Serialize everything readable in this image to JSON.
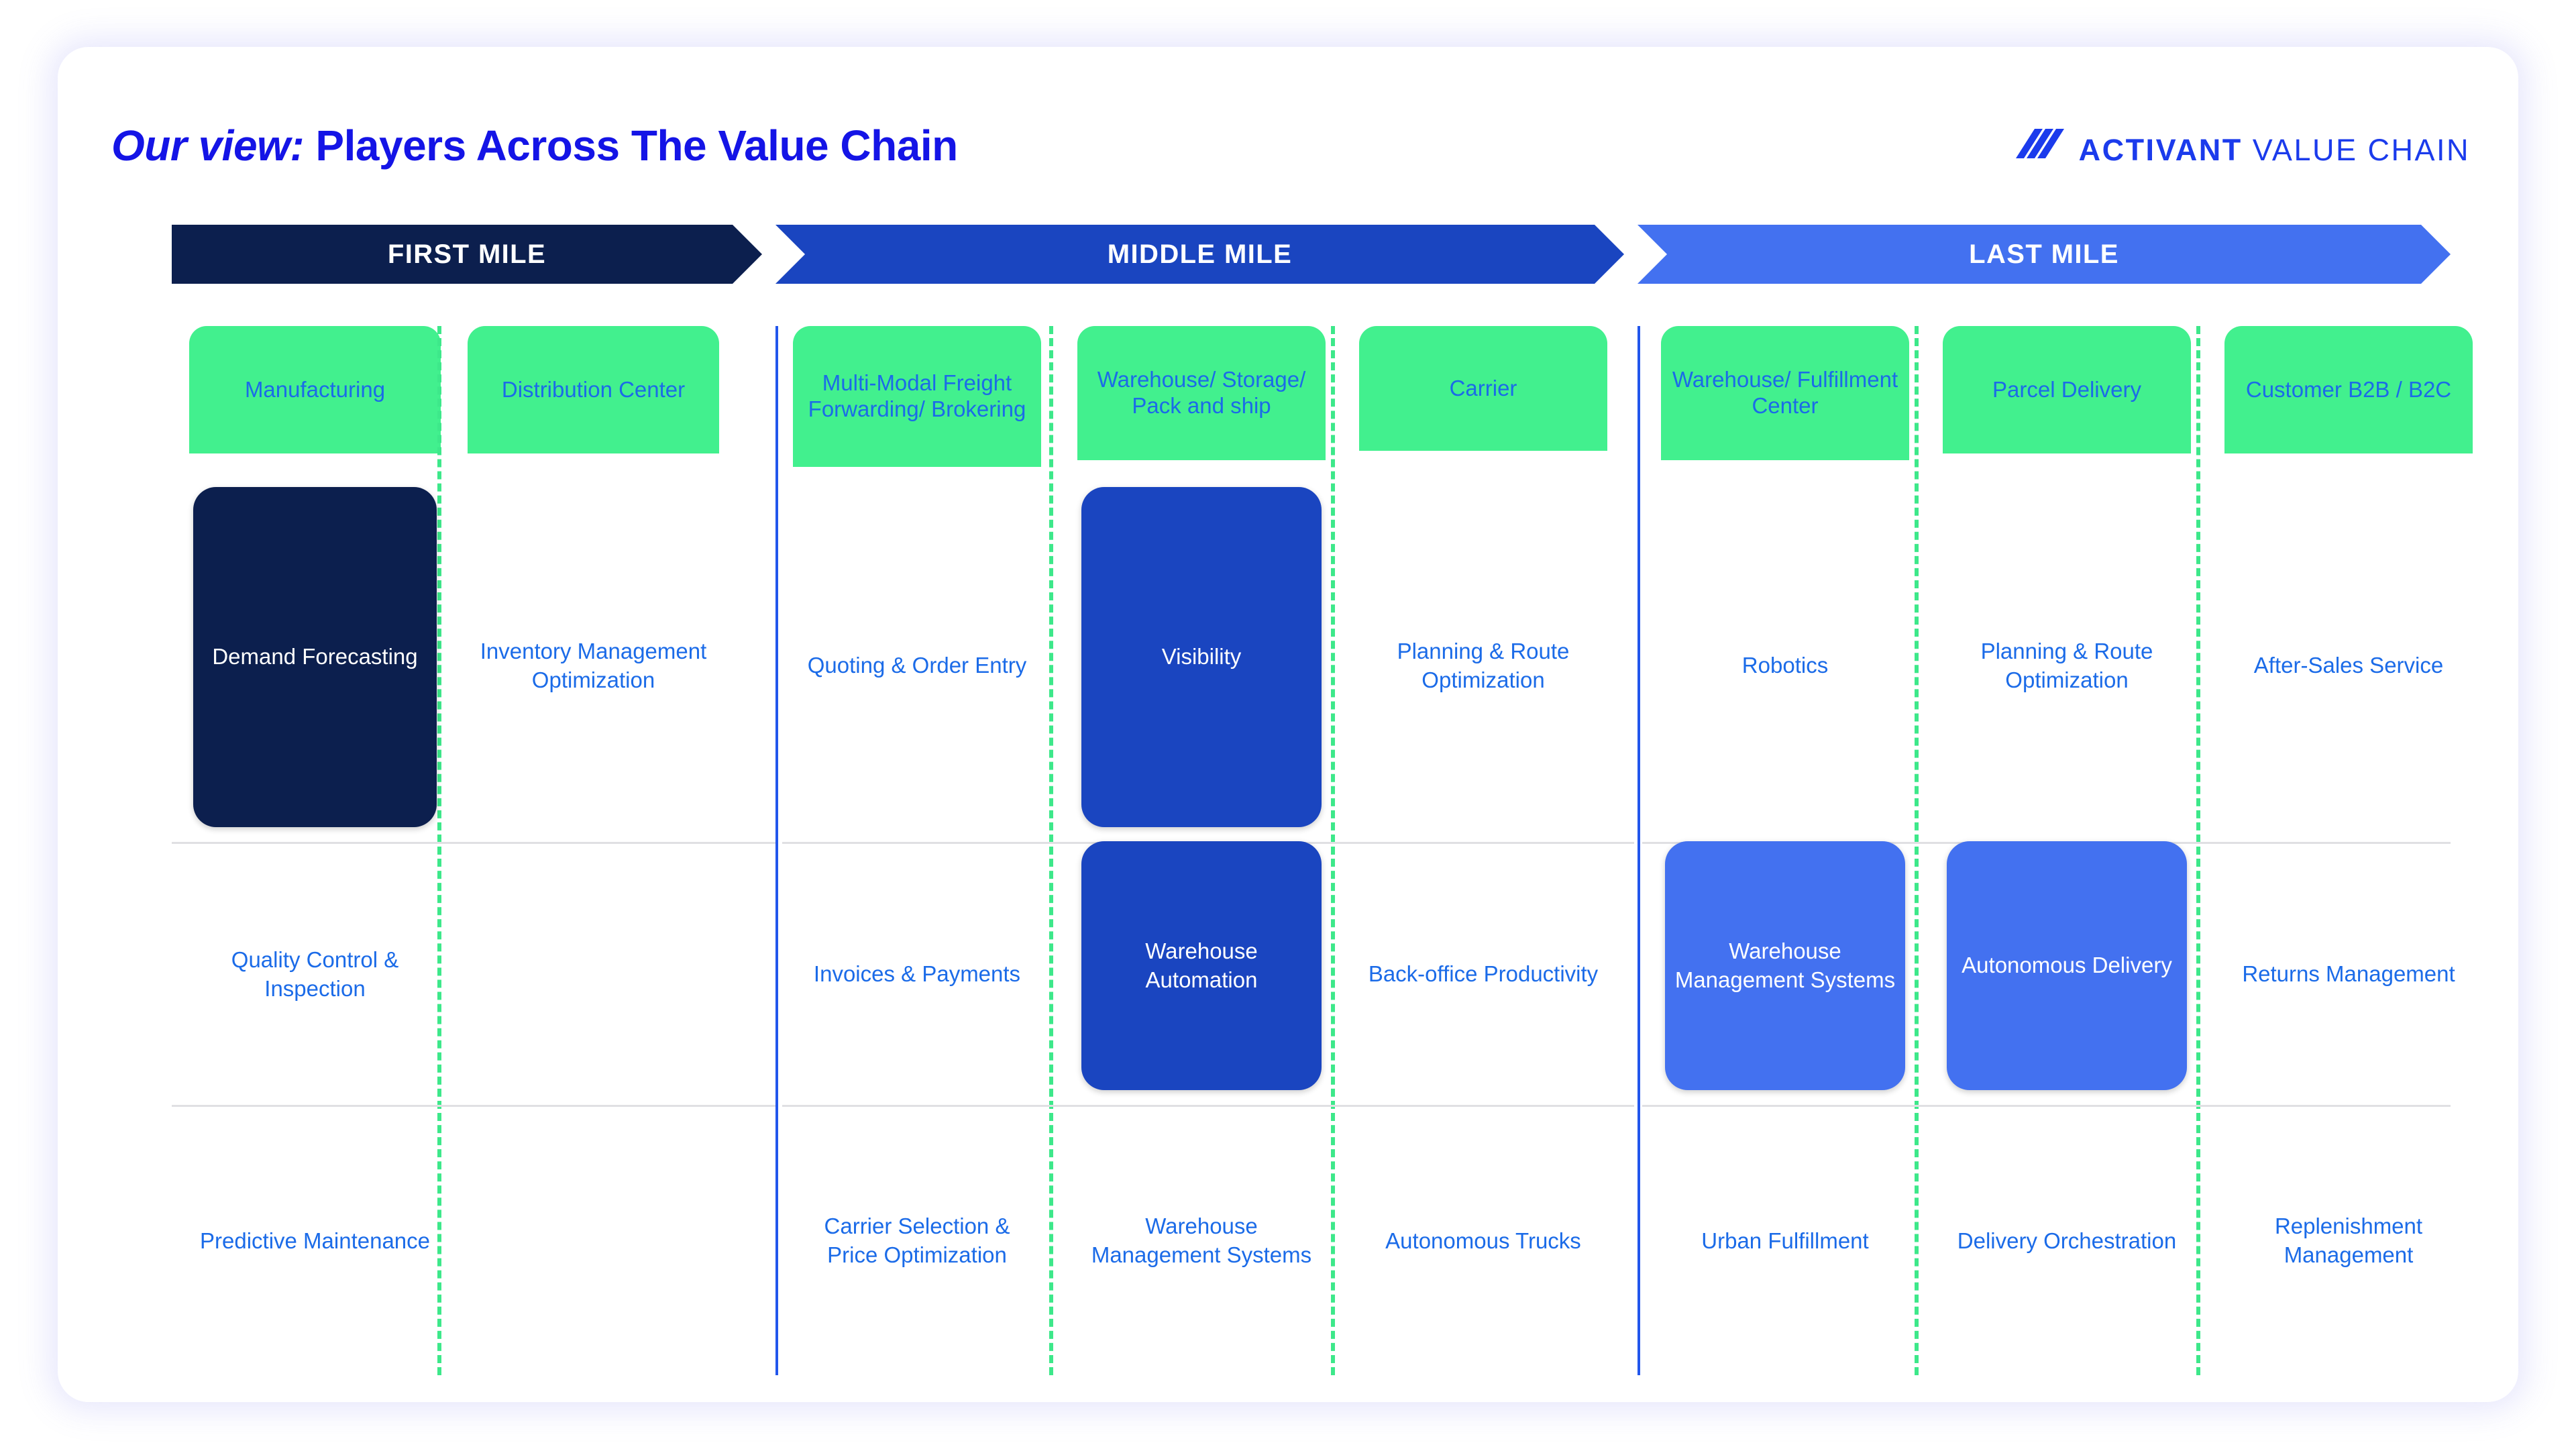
{
  "header": {
    "title_italic": "Our view:",
    "title_bold": "Players Across The Value Chain",
    "logo_primary": "ACTIVANT",
    "logo_secondary": "VALUE CHAIN",
    "logo_icon": "activant-stripes-logo"
  },
  "colors": {
    "brand_blue": "#1414E6",
    "link_blue": "#1B6BE8",
    "first_mile": "#0C1F4E",
    "middle_mile": "#1A45C0",
    "last_mile": "#4371F0",
    "green_card": "#42F08E",
    "dashed_divider": "#3DE88A",
    "section_divider": "#2256EC",
    "row_separator": "#E0E0E3"
  },
  "sections": [
    {
      "id": "first-mile",
      "label": "FIRST MILE"
    },
    {
      "id": "middle-mile",
      "label": "MIDDLE MILE"
    },
    {
      "id": "last-mile",
      "label": "LAST MILE"
    }
  ],
  "columns": [
    {
      "id": "manufacturing",
      "section": "first-mile",
      "header": "Manufacturing"
    },
    {
      "id": "distribution-center",
      "section": "first-mile",
      "header": "Distribution Center"
    },
    {
      "id": "freight-forwarding",
      "section": "middle-mile",
      "header": "Multi-Modal Freight Forwarding/ Brokering"
    },
    {
      "id": "warehouse-storage",
      "section": "middle-mile",
      "header": "Warehouse/ Storage/ Pack and ship"
    },
    {
      "id": "carrier",
      "section": "middle-mile",
      "header": "Carrier"
    },
    {
      "id": "fulfillment-center",
      "section": "last-mile",
      "header": "Warehouse/ Fulfillment Center"
    },
    {
      "id": "parcel-delivery",
      "section": "last-mile",
      "header": "Parcel Delivery"
    },
    {
      "id": "customer",
      "section": "last-mile",
      "header": "Customer B2B / B2C"
    }
  ],
  "rows": [
    {
      "id": "row-1",
      "cells": [
        {
          "column": "manufacturing",
          "label": "Demand Forecasting",
          "highlight": "navy"
        },
        {
          "column": "distribution-center",
          "label": "Inventory Management Optimization",
          "highlight": null
        },
        {
          "column": "freight-forwarding",
          "label": "Quoting & Order Entry",
          "highlight": null
        },
        {
          "column": "warehouse-storage",
          "label": "Visibility",
          "highlight": "blue"
        },
        {
          "column": "carrier",
          "label": "Planning & Route Optimization",
          "highlight": null
        },
        {
          "column": "fulfillment-center",
          "label": "Robotics",
          "highlight": null
        },
        {
          "column": "parcel-delivery",
          "label": "Planning & Route Optimization",
          "highlight": null
        },
        {
          "column": "customer",
          "label": "After-Sales Service",
          "highlight": null
        }
      ]
    },
    {
      "id": "row-2",
      "cells": [
        {
          "column": "manufacturing",
          "label": "Quality Control & Inspection",
          "highlight": null
        },
        {
          "column": "distribution-center",
          "label": "",
          "highlight": null
        },
        {
          "column": "freight-forwarding",
          "label": "Invoices & Payments",
          "highlight": null
        },
        {
          "column": "warehouse-storage",
          "label": "Warehouse Automation",
          "highlight": "blue"
        },
        {
          "column": "carrier",
          "label": "Back-office Productivity",
          "highlight": null
        },
        {
          "column": "fulfillment-center",
          "label": "Warehouse Management Systems",
          "highlight": "lblue"
        },
        {
          "column": "parcel-delivery",
          "label": "Autonomous Delivery",
          "highlight": "lblue"
        },
        {
          "column": "customer",
          "label": "Returns Management",
          "highlight": null
        }
      ]
    },
    {
      "id": "row-3",
      "cells": [
        {
          "column": "manufacturing",
          "label": "Predictive Maintenance",
          "highlight": null
        },
        {
          "column": "distribution-center",
          "label": "",
          "highlight": null
        },
        {
          "column": "freight-forwarding",
          "label": "Carrier Selection & Price Optimization",
          "highlight": null
        },
        {
          "column": "warehouse-storage",
          "label": "Warehouse Management Systems",
          "highlight": null
        },
        {
          "column": "carrier",
          "label": "Autonomous Trucks",
          "highlight": null
        },
        {
          "column": "fulfillment-center",
          "label": "Urban Fulfillment",
          "highlight": null
        },
        {
          "column": "parcel-delivery",
          "label": "Delivery Orchestration",
          "highlight": null
        },
        {
          "column": "customer",
          "label": "Replenishment Management",
          "highlight": null
        }
      ]
    }
  ]
}
